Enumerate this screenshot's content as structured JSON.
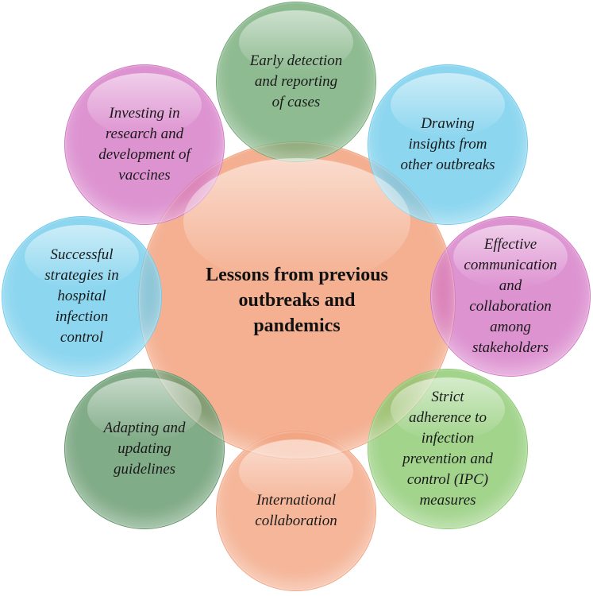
{
  "center": {
    "label": "Lessons from previous outbreaks and pandemics",
    "lines": [
      "Lessons from previous",
      "outbreaks and",
      "pandemics"
    ],
    "color": "#F2A27E"
  },
  "nodes": [
    {
      "id": "early-detection",
      "lines": [
        "Early detection",
        "and reporting",
        "of cases"
      ],
      "color": "#6FA872"
    },
    {
      "id": "drawing-insights",
      "lines": [
        "Drawing",
        "insights from",
        "other outbreaks"
      ],
      "color": "#6DCBEB"
    },
    {
      "id": "effective-communication",
      "lines": [
        "Effective",
        "communication",
        "and",
        "collaboration",
        "among",
        "stakeholders"
      ],
      "color": "#D475C4"
    },
    {
      "id": "strict-adherence",
      "lines": [
        "Strict",
        "adherence to",
        "infection",
        "prevention and",
        "control (IPC)",
        "measures"
      ],
      "color": "#88C86C"
    },
    {
      "id": "international-collaboration",
      "lines": [
        "International",
        "collaboration"
      ],
      "color": "#F2A27E"
    },
    {
      "id": "adapting-guidelines",
      "lines": [
        "Adapting and",
        "updating",
        "guidelines"
      ],
      "color": "#5E9466"
    },
    {
      "id": "successful-strategies",
      "lines": [
        "Successful",
        "strategies in",
        "hospital",
        "infection",
        "control"
      ],
      "color": "#6DCBEB"
    },
    {
      "id": "investing-research",
      "lines": [
        "Investing in",
        "research and",
        "development of",
        "vaccines"
      ],
      "color": "#D475C4"
    }
  ]
}
